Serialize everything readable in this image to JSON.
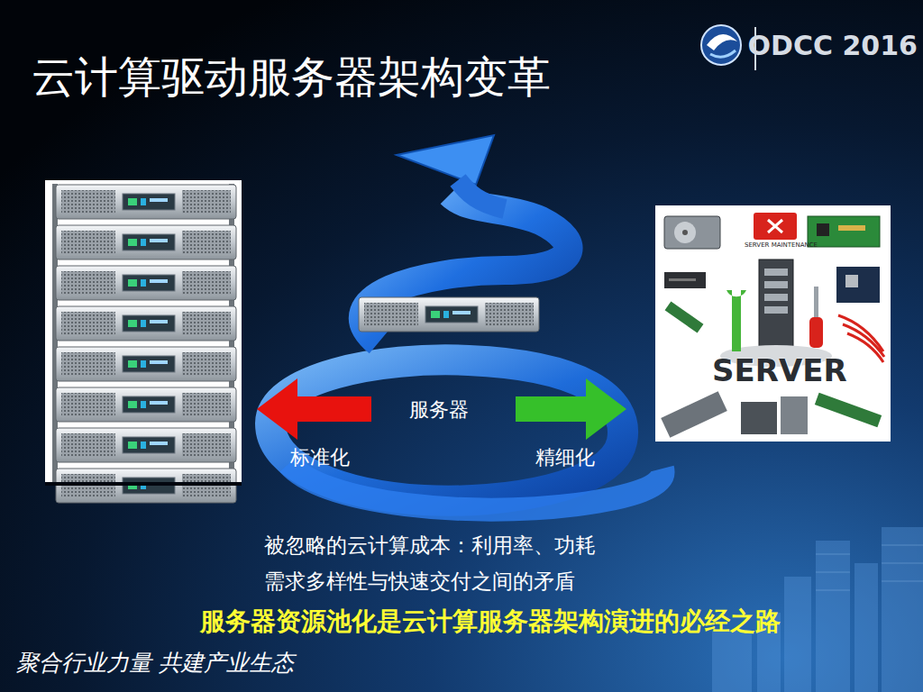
{
  "diagram": {
    "title": "云计算驱动服务器架构变革",
    "labels": [
      "ODCC 2016",
      "SERVER MAINTENANCE",
      "SERVER",
      "服务器",
      "标准化",
      "精细化",
      "被忽略的云计算成本：利用率、功耗",
      "需求多样性与快速交付之间的矛盾",
      "服务器资源池化是云计算服务器架构演进的必经之路",
      "聚合行业力量 共建产业生态"
    ]
  }
}
